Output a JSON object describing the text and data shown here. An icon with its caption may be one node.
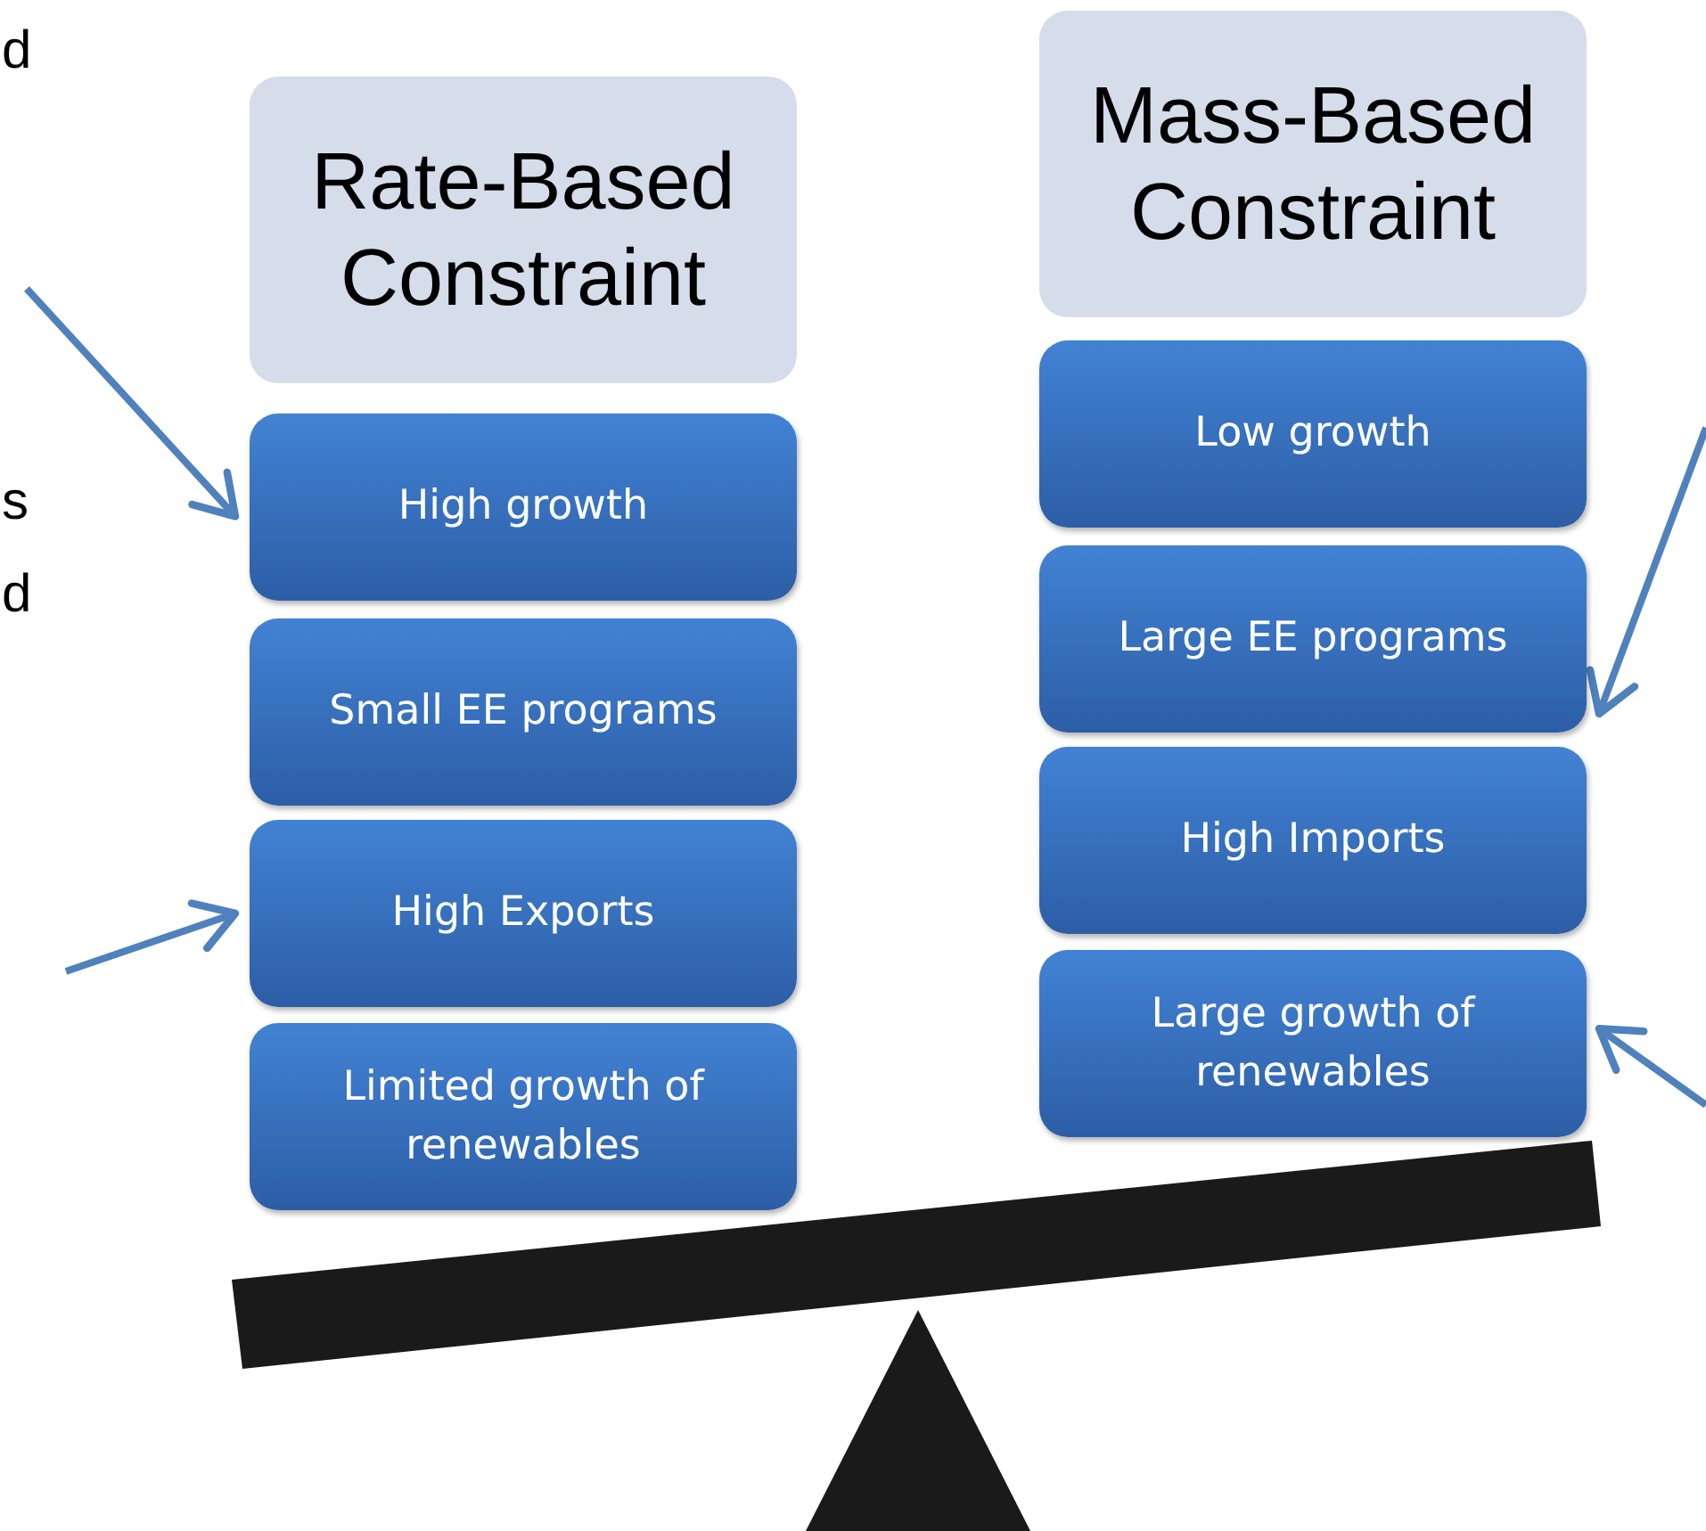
{
  "diagram": {
    "nodes": [
      {
        "text": [
          "Rate-Based Constraint"
        ]
      },
      {
        "text": [
          "High growth"
        ]
      },
      {
        "text": [
          "Small EE programs"
        ]
      },
      {
        "text": [
          "High Exports"
        ]
      },
      {
        "text": [
          "Limited growth of renewables"
        ]
      },
      {
        "text": [
          "Mass-Based Constraint"
        ]
      },
      {
        "text": [
          "Low growth"
        ]
      },
      {
        "text": [
          "Large EE programs"
        ]
      },
      {
        "text": [
          "High Imports"
        ]
      },
      {
        "text": [
          "Large growth of renewables"
        ]
      }
    ],
    "edges": [
      {
        "from": null,
        "to": 1,
        "arrow": "to"
      },
      {
        "from": null,
        "to": 3,
        "arrow": "to"
      },
      {
        "from": null,
        "to": 7,
        "arrow": "to"
      },
      {
        "from": null,
        "to": 9,
        "arrow": "to"
      }
    ],
    "labels": [
      "d",
      "s",
      "d"
    ]
  }
}
